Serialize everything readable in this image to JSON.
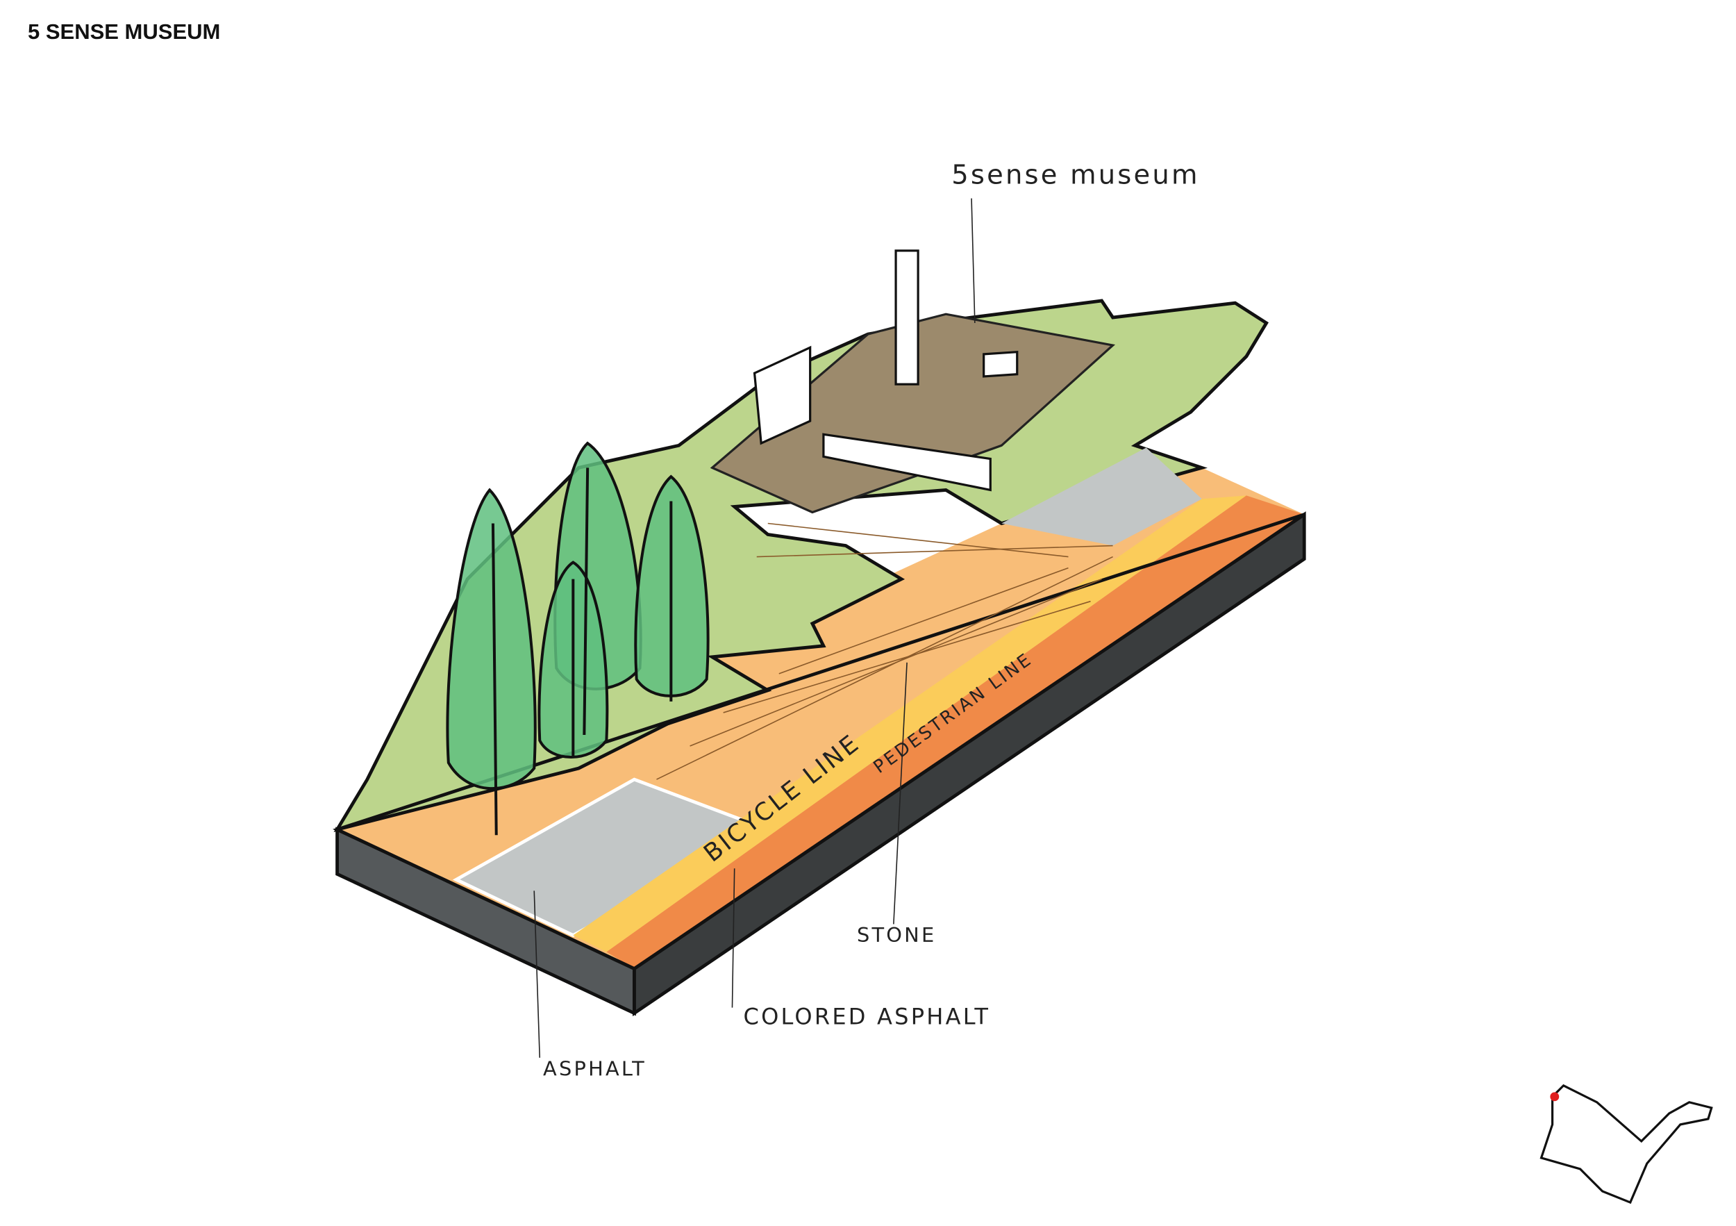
{
  "header": {
    "title": "5 SENSE MUSEUM"
  },
  "labels": {
    "museum": "5sense museum",
    "stone": "STONE",
    "colored_asphalt": "COLORED ASPHALT",
    "asphalt": "ASPHALT",
    "bicycle_line": "BICYCLE LINE",
    "pedestrian_line": "PEDESTRIAN LINE"
  },
  "colors": {
    "grass": "#bcd58c",
    "stone": "#f8bd78",
    "bicycle": "#fbcc5a",
    "pedestrian": "#f08a48",
    "asphalt": "#c2c6c6",
    "deck": "#9c8a6c",
    "tree": "#5fbf7f",
    "slab": "#3f4244",
    "marker": "#e02020"
  }
}
